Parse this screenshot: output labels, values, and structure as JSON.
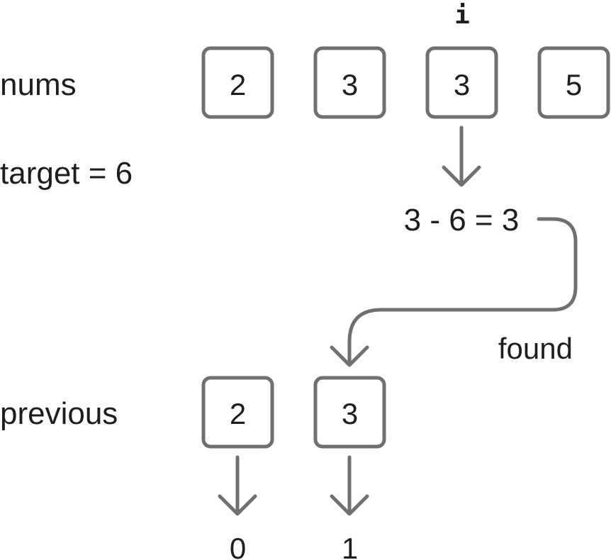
{
  "pointer_label": "i",
  "nums": {
    "label": "nums",
    "values": [
      "2",
      "3",
      "3",
      "5"
    ]
  },
  "target_label": "target = 6",
  "equation": "3 - 6 = 3",
  "found_label": "found",
  "previous": {
    "label": "previous",
    "values": [
      "2",
      "3"
    ],
    "indices": [
      "0",
      "1"
    ]
  },
  "colors": {
    "stroke": "#707070",
    "text": "#1e1e1e",
    "background": "#ffffff"
  }
}
